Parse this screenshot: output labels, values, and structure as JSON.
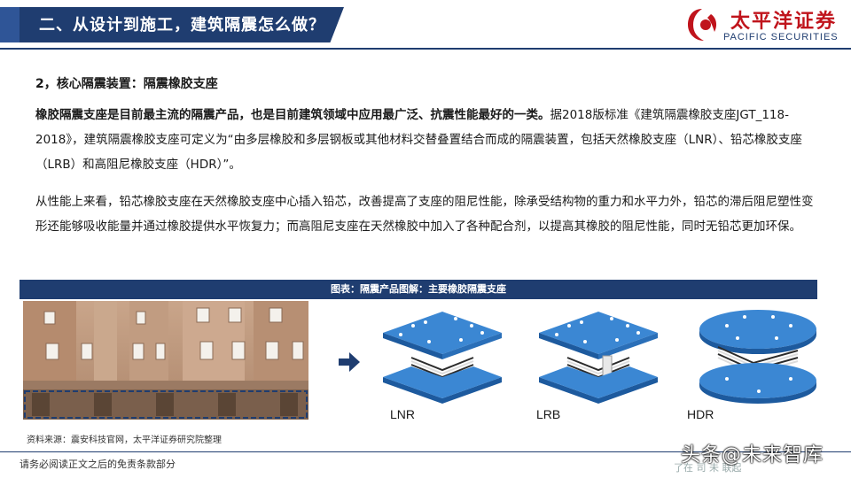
{
  "header": {
    "title": "二、从设计到施工，建筑隔震怎么做？",
    "logo_cn": "太平洋证券",
    "logo_en": "PACIFIC SECURITIES",
    "logo_icon": "pacific-securities-logo"
  },
  "section": {
    "heading": "2，核心隔震装置：隔震橡胶支座",
    "para1_bold": "橡胶隔震支座是目前最主流的隔震产品，也是目前建筑领域中应用最广泛、抗震性能最好的一类。",
    "para1_rest": "据2018版标准《建筑隔震橡胶支座JGT_118-2018》，建筑隔震橡胶支座可定义为“由多层橡胶和多层钢板或其他材料交替叠置结合而成的隔震装置，包括天然橡胶支座（LNR）、铅芯橡胶支座（LRB）和高阻尼橡胶支座（HDR）”。",
    "para2": "从性能上来看，铅芯橡胶支座在天然橡胶支座中心插入铅芯，改善提高了支座的阻尼性能，除承受结构物的重力和水平力外，铅芯的滞后阻尼塑性变形还能够吸收能量并通过橡胶提供水平恢复力；而高阻尼支座在天然橡胶中加入了各种配合剂，以提高其橡胶的阻尼性能，同时无铅芯更加环保。"
  },
  "figure": {
    "caption": "图表：隔震产品图解：主要橡胶隔震支座",
    "labels": [
      "LNR",
      "LRB",
      "HDR"
    ],
    "source": "资料来源：震安科技官网，太平洋证券研究院整理",
    "colors": {
      "bearing_blue": "#2f79c6",
      "bearing_dark": "#1d5a9e",
      "navy": "#1f3d70"
    }
  },
  "footer": {
    "disclaimer": "请务必阅读正文之后的免责条款部分",
    "watermark": "头条@未来智库",
    "faint_text": "了在  司  未  联起"
  }
}
